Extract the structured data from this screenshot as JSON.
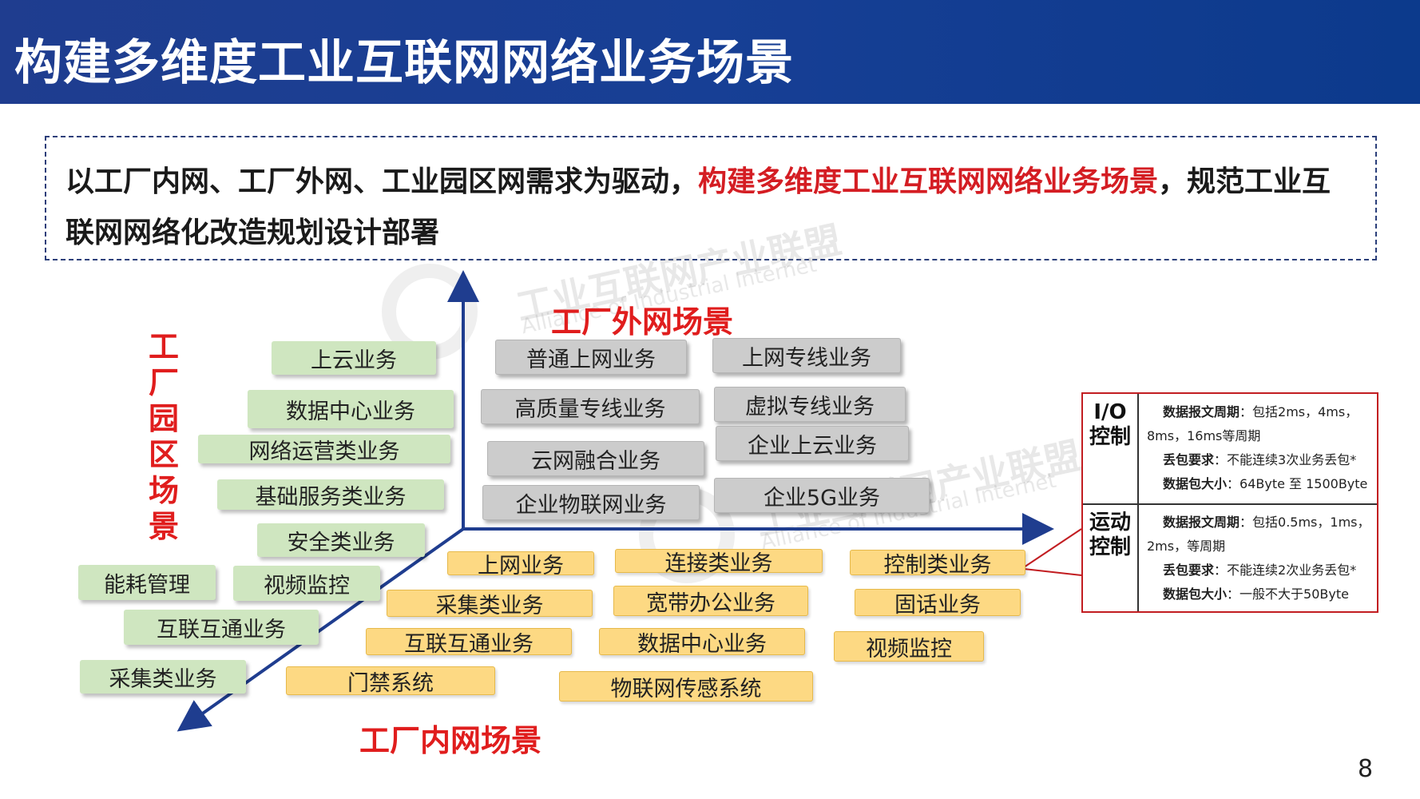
{
  "title": "构建多维度工业互联网网络业务场景",
  "intro": {
    "part1": "以工厂内网、工厂外网、工业园区网需求为驱动，",
    "highlight": "构建多维度工业互联网网络业务场景",
    "part2": "，规范工业互联网网络化改造规划设计部署"
  },
  "watermark": {
    "cn": "工业互联网产业联盟",
    "en": "Alliance of Industrial Internet"
  },
  "outer_section": {
    "title": "工厂外网场景",
    "items": [
      "普通上网业务",
      "上网专线业务",
      "高质量专线业务",
      "虚拟专线业务",
      "企业上云业务",
      "云网融合业务",
      "企业5G业务",
      "企业物联网业务"
    ]
  },
  "park_section": {
    "title": "工厂园区场景",
    "items": [
      "上云业务",
      "数据中心业务",
      "网络运营类业务",
      "基础服务类业务",
      "安全类业务",
      "能耗管理",
      "视频监控",
      "互联互通业务",
      "采集类业务"
    ]
  },
  "inner_section": {
    "title": "工厂内网场景",
    "items": [
      "上网业务",
      "连接类业务",
      "控制类业务",
      "采集类业务",
      "宽带办公业务",
      "固话业务",
      "互联互通业务",
      "数据中心业务",
      "视频监控",
      "门禁系统",
      "物联网传感系统"
    ]
  },
  "spec_panel": {
    "io": {
      "label": "I/O控制",
      "period_label": "数据报文周期",
      "period_value": "：包括2ms，4ms，",
      "period_value_2": "8ms，16ms等周期",
      "loss_label": "丢包要求",
      "loss_value": "：不能连续3次业务丢包*",
      "size_label": "数据包大小",
      "size_value": "：64Byte 至 1500Byte"
    },
    "motion": {
      "label": "运动控制",
      "period_label": "数据报文周期",
      "period_value": "：包括0.5ms，1ms，",
      "period_value_2": "2ms，等周期",
      "loss_label": "丢包要求",
      "loss_value": "：不能连续2次业务丢包*",
      "size_label": "数据包大小",
      "size_value": "：一般不大于50Byte"
    }
  },
  "page_number": "8",
  "colors": {
    "header_bg": "#173f95",
    "accent_red": "#e01d1d",
    "axis_blue": "#1f3d8f",
    "tag_green": "#cfe6c0",
    "tag_gray": "#cccccc",
    "tag_yellow": "#fdd983"
  }
}
